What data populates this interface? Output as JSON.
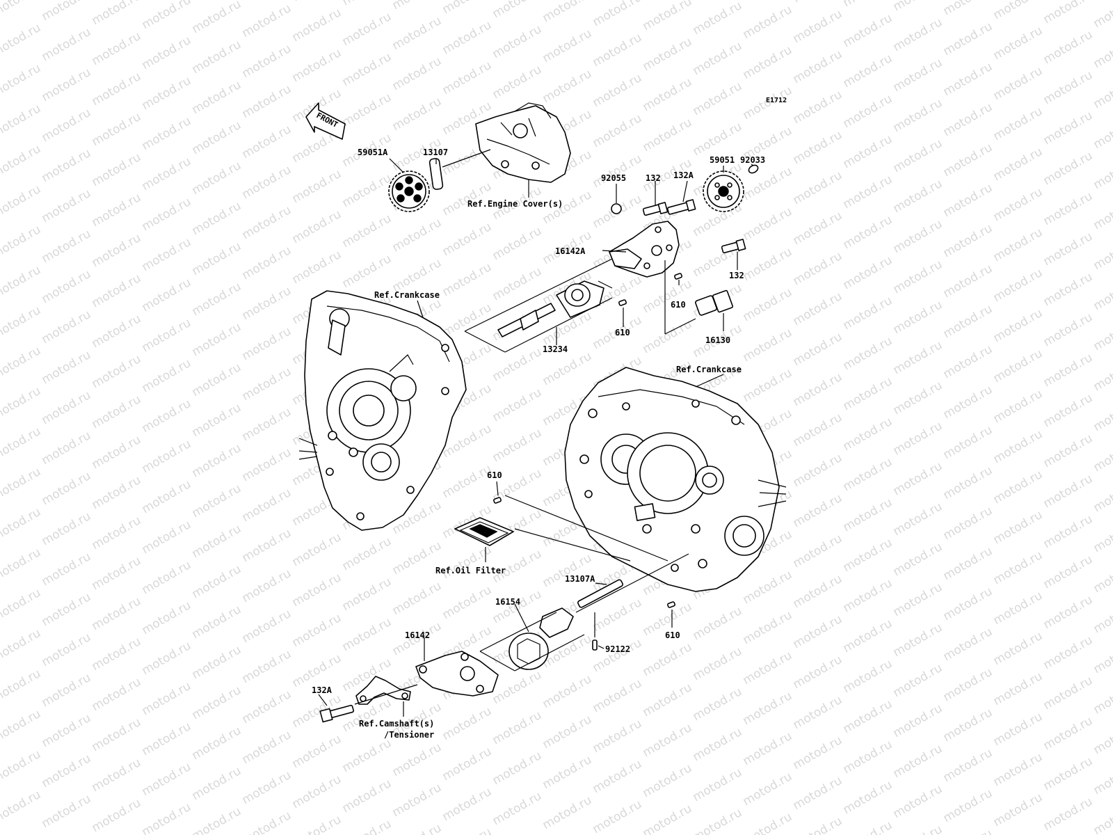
{
  "watermark": {
    "text": "motod.ru",
    "color": "#d8d8d8"
  },
  "diagram_code": "E1712",
  "front_arrow": {
    "text": "FRONT",
    "icon": "front-arrow-icon"
  },
  "labels": {
    "p59051a": "59051A",
    "p13107": "13107",
    "ref_engine_cover": "Ref.Engine Cover(s)",
    "p92055": "92055",
    "p132_top": "132",
    "p132a_top": "132A",
    "p59051": "59051",
    "p92033": "92033",
    "p16142a": "16142A",
    "p132_right": "132",
    "p610_a": "610",
    "p610_b": "610",
    "p16130": "16130",
    "p13234": "13234",
    "ref_crankcase_left": "Ref.Crankcase",
    "ref_crankcase_right": "Ref.Crankcase",
    "p610_c": "610",
    "ref_oil_filter": "Ref.Oil Filter",
    "p13107a": "13107A",
    "p16154": "16154",
    "p92122": "92122",
    "p610_d": "610",
    "p16142": "16142",
    "p132a_bottom": "132A",
    "ref_camshaft_line1": "Ref.Camshaft(s)",
    "ref_camshaft_line2": "/Tensioner"
  }
}
